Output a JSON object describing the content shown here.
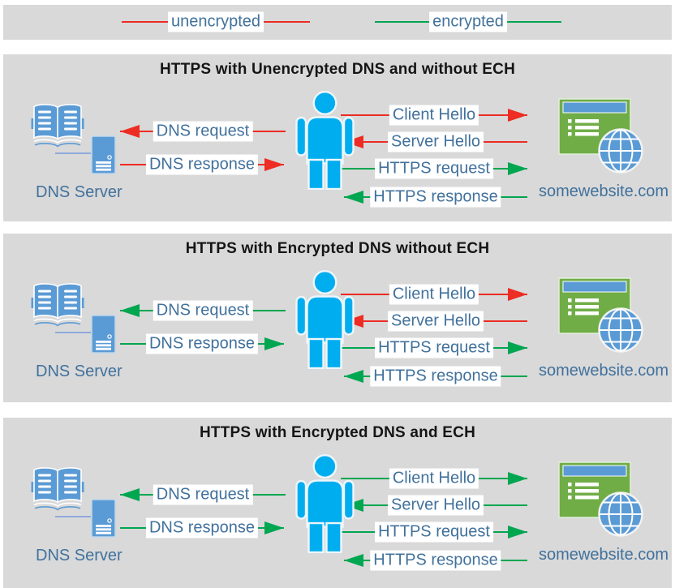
{
  "colors": {
    "red": "#ed2c24",
    "green": "#00a650",
    "label_text": "#41719c",
    "panel_bg": "#d9d9d9",
    "icon_blue": "#5b9bd5",
    "person_blue": "#00aeef",
    "site_green": "#70ad47"
  },
  "legend": {
    "items": [
      {
        "label": "unencrypted",
        "color": "red"
      },
      {
        "label": "encrypted",
        "color": "green"
      }
    ]
  },
  "panels": [
    {
      "title": "HTTPS with Unencrypted DNS and without ECH",
      "dns_server_label": "DNS Server",
      "website_label": "somewebsite.com",
      "messages": [
        {
          "id": "dns_request",
          "label": "DNS request",
          "direction": "left",
          "color": "red"
        },
        {
          "id": "dns_response",
          "label": "DNS response",
          "direction": "right",
          "color": "red"
        },
        {
          "id": "client_hello",
          "label": "Client Hello",
          "direction": "right",
          "color": "red"
        },
        {
          "id": "server_hello",
          "label": "Server Hello",
          "direction": "left",
          "color": "red"
        },
        {
          "id": "https_request",
          "label": "HTTPS request",
          "direction": "right",
          "color": "green"
        },
        {
          "id": "https_response",
          "label": "HTTPS response",
          "direction": "left",
          "color": "green"
        }
      ]
    },
    {
      "title": "HTTPS with Encrypted DNS without ECH",
      "dns_server_label": "DNS Server",
      "website_label": "somewebsite.com",
      "messages": [
        {
          "id": "dns_request",
          "label": "DNS request",
          "direction": "left",
          "color": "green"
        },
        {
          "id": "dns_response",
          "label": "DNS response",
          "direction": "right",
          "color": "green"
        },
        {
          "id": "client_hello",
          "label": "Client Hello",
          "direction": "right",
          "color": "red"
        },
        {
          "id": "server_hello",
          "label": "Server Hello",
          "direction": "left",
          "color": "red"
        },
        {
          "id": "https_request",
          "label": "HTTPS request",
          "direction": "right",
          "color": "green"
        },
        {
          "id": "https_response",
          "label": "HTTPS response",
          "direction": "left",
          "color": "green"
        }
      ]
    },
    {
      "title": "HTTPS with Encrypted DNS and ECH",
      "dns_server_label": "DNS Server",
      "website_label": "somewebsite.com",
      "messages": [
        {
          "id": "dns_request",
          "label": "DNS request",
          "direction": "left",
          "color": "green"
        },
        {
          "id": "dns_response",
          "label": "DNS response",
          "direction": "right",
          "color": "green"
        },
        {
          "id": "client_hello",
          "label": "Client Hello",
          "direction": "right",
          "color": "green"
        },
        {
          "id": "server_hello",
          "label": "Server Hello",
          "direction": "left",
          "color": "green"
        },
        {
          "id": "https_request",
          "label": "HTTPS request",
          "direction": "right",
          "color": "green"
        },
        {
          "id": "https_response",
          "label": "HTTPS response",
          "direction": "left",
          "color": "green"
        }
      ]
    }
  ]
}
